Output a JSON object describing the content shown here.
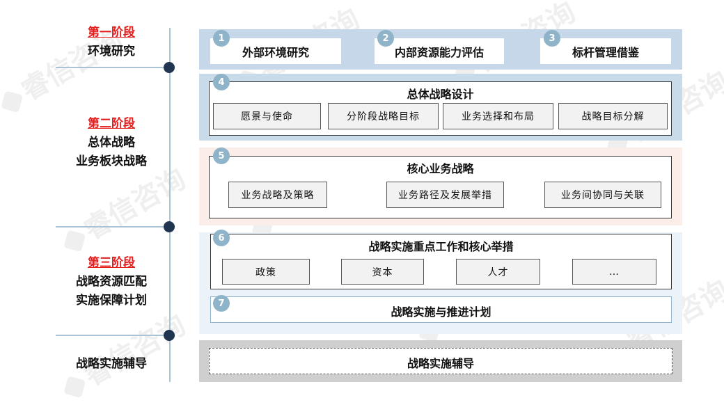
{
  "stages": [
    {
      "title": "第一阶段",
      "lines": [
        "环境研究"
      ]
    },
    {
      "title": "第二阶段",
      "lines": [
        "总体战略",
        "业务板块战略"
      ]
    },
    {
      "title": "第三阶段",
      "lines": [
        "战略资源匹配",
        "实施保障计划"
      ]
    },
    {
      "title": "",
      "lines": [
        "战略实施辅导"
      ]
    }
  ],
  "step1": {
    "num": "1",
    "label": "外部环境研究"
  },
  "step2": {
    "num": "2",
    "label": "内部资源能力评估"
  },
  "step3": {
    "num": "3",
    "label": "标杆管理借鉴"
  },
  "step4": {
    "num": "4",
    "title": "总体战略设计",
    "items": [
      "愿景与使命",
      "分阶段战略目标",
      "业务选择和布局",
      "战略目标分解"
    ]
  },
  "step5": {
    "num": "5",
    "title": "核心业务战略",
    "items": [
      "业务战略及策略",
      "业务路径及发展举措",
      "业务间协同与关联"
    ]
  },
  "step6": {
    "num": "6",
    "title": "战略实施重点工作和核心举措",
    "items": [
      "政策",
      "资本",
      "人才",
      "…"
    ]
  },
  "step7": {
    "num": "7",
    "label": "战略实施与推进计划"
  },
  "coaching": {
    "label": "战略实施辅导"
  },
  "watermark": "睿信咨询",
  "colors": {
    "blue_band": "#c5d7e8",
    "light_blue": "#e3edf5",
    "peach": "#fbeee8",
    "grey": "#cfcfcf",
    "badge": "#8fb3c9",
    "dot": "#1f3550",
    "red": "#e41d1d"
  }
}
